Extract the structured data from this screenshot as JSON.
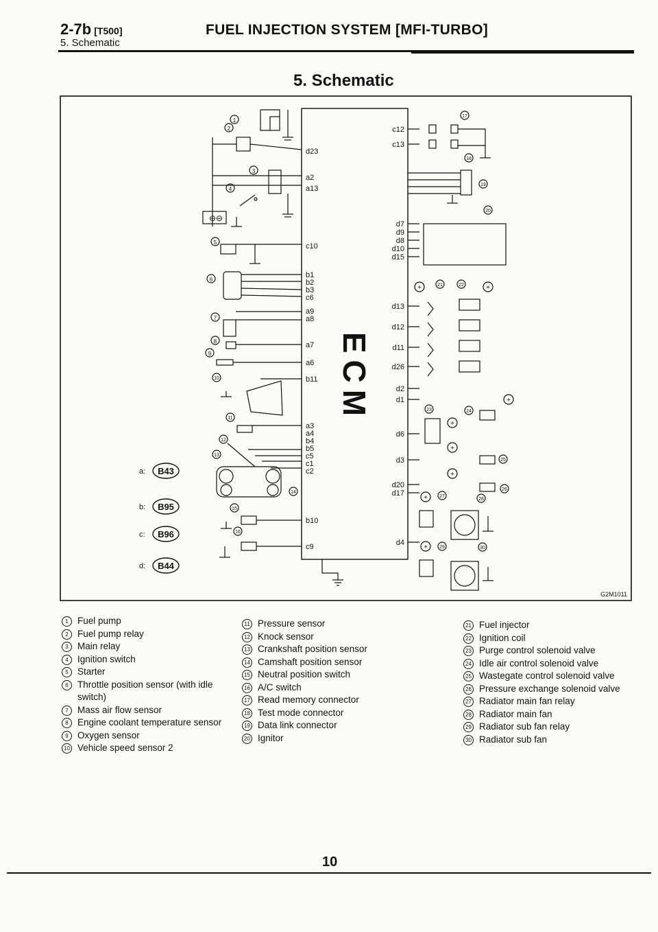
{
  "header": {
    "code": "2-7b",
    "code_sub": "[T500]",
    "section": "5. Schematic",
    "title": "FUEL INJECTION SYSTEM [MFI-TURBO]"
  },
  "section_title": "5. Schematic",
  "diagram": {
    "ecm_label": "ECM",
    "figure_id": "G2M1011",
    "connectors": [
      {
        "prefix": "a:",
        "code": "B43"
      },
      {
        "prefix": "b:",
        "code": "B95"
      },
      {
        "prefix": "c:",
        "code": "B96"
      },
      {
        "prefix": "d:",
        "code": "B44"
      }
    ],
    "left_pins": [
      "d23",
      "a2",
      "a13",
      "c10",
      "b1",
      "b2",
      "b3",
      "c6",
      "a9",
      "a8",
      "a7",
      "a6",
      "b11",
      "a3",
      "a4",
      "b4",
      "b5",
      "c5",
      "c1",
      "c2",
      "b10",
      "c9"
    ],
    "right_pins": [
      "c12",
      "c13",
      "d7",
      "d9",
      "d8",
      "d10",
      "d15",
      "d13",
      "d12",
      "d11",
      "d26",
      "d2",
      "d1",
      "d6",
      "d3",
      "d20",
      "d17",
      "d4"
    ]
  },
  "legend": [
    {
      "n": "1",
      "label": "Fuel pump"
    },
    {
      "n": "2",
      "label": "Fuel pump relay"
    },
    {
      "n": "3",
      "label": "Main relay"
    },
    {
      "n": "4",
      "label": "Ignition switch"
    },
    {
      "n": "5",
      "label": "Starter"
    },
    {
      "n": "6",
      "label": "Throttle position sensor (with idle switch)"
    },
    {
      "n": "7",
      "label": "Mass air flow sensor"
    },
    {
      "n": "8",
      "label": "Engine coolant temperature sensor"
    },
    {
      "n": "9",
      "label": "Oxygen sensor"
    },
    {
      "n": "10",
      "label": "Vehicle speed sensor 2"
    },
    {
      "n": "11",
      "label": "Pressure sensor"
    },
    {
      "n": "12",
      "label": "Knock sensor"
    },
    {
      "n": "13",
      "label": "Crankshaft position sensor"
    },
    {
      "n": "14",
      "label": "Camshaft position sensor"
    },
    {
      "n": "15",
      "label": "Neutral position switch"
    },
    {
      "n": "16",
      "label": "A/C switch"
    },
    {
      "n": "17",
      "label": "Read memory connector"
    },
    {
      "n": "18",
      "label": "Test mode connector"
    },
    {
      "n": "19",
      "label": "Data link connector"
    },
    {
      "n": "20",
      "label": "Ignitor"
    },
    {
      "n": "21",
      "label": "Fuel injector"
    },
    {
      "n": "22",
      "label": "Ignition coil"
    },
    {
      "n": "23",
      "label": "Purge control solenoid valve"
    },
    {
      "n": "24",
      "label": "Idle air control solenoid valve"
    },
    {
      "n": "25",
      "label": "Wastegate control solenoid valve"
    },
    {
      "n": "26",
      "label": "Pressure exchange solenoid valve"
    },
    {
      "n": "27",
      "label": "Radiator main fan relay"
    },
    {
      "n": "28",
      "label": "Radiator main fan"
    },
    {
      "n": "29",
      "label": "Radiator sub fan relay"
    },
    {
      "n": "30",
      "label": "Radiator sub fan"
    }
  ],
  "page_number": "10"
}
